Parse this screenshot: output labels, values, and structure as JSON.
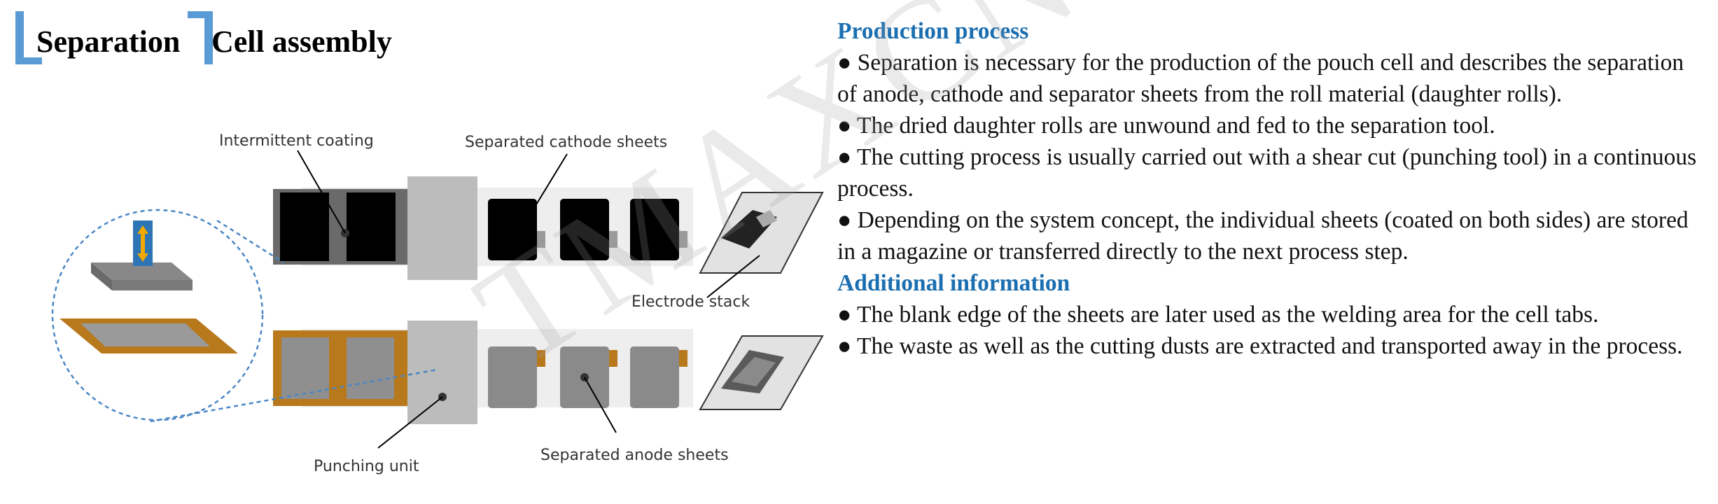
{
  "header": {
    "tab_active": "Separation",
    "tab_next": "Cell assembly"
  },
  "diagram": {
    "labels": {
      "intermittent_coating": "Intermittent coating",
      "separated_cathode_sheets": "Separated cathode sheets",
      "electrode_stack": "Electrode stack",
      "punching_unit": "Punching unit",
      "separated_anode_sheets": "Separated anode sheets"
    }
  },
  "content": {
    "production_heading": "Production process",
    "production_bullets": [
      "● Separation is necessary for the production of the pouch cell and describes the separation of anode, cathode and separator sheets from the roll material (daughter rolls).",
      "● The dried daughter rolls are unwound and fed to the separation tool.",
      "● The cutting process is usually carried out with a shear cut (punching tool) in a continuous process.",
      "● Depending on the system concept, the individual sheets (coated on both sides) are stored in a magazine or transferred directly to the next process step."
    ],
    "additional_heading": "Additional information",
    "additional_bullets": [
      "● The blank edge of the sheets are later used as the welding area for the cell tabs.",
      "● The waste as well as the cutting dusts are extracted and transported away in the process."
    ]
  },
  "watermark": "TMAXCN",
  "colors": {
    "heading": "#1b6fb1",
    "bracket": "#5b9bd5",
    "anode": "#b8781c",
    "cathode": "#000000"
  }
}
